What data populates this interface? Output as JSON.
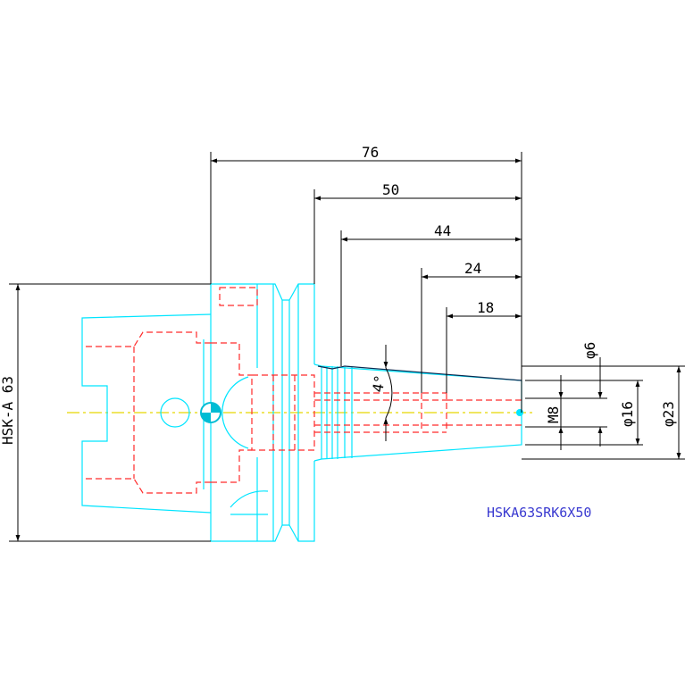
{
  "dimensions": {
    "d76": "76",
    "d50": "50",
    "d44": "44",
    "d24": "24",
    "d18": "18",
    "taper": "4°",
    "dia6": "φ6",
    "m8": "M8",
    "dia16": "φ16",
    "dia23": "φ23",
    "hsk": "HSK-A 63"
  },
  "part_number": "HSKA63SRK6X50",
  "colors": {
    "outline": "#00e5ff",
    "hidden": "#ff2a2a",
    "centerline": "#e8d800",
    "dimension": "#000000",
    "part_label": "#3a3ad0"
  }
}
